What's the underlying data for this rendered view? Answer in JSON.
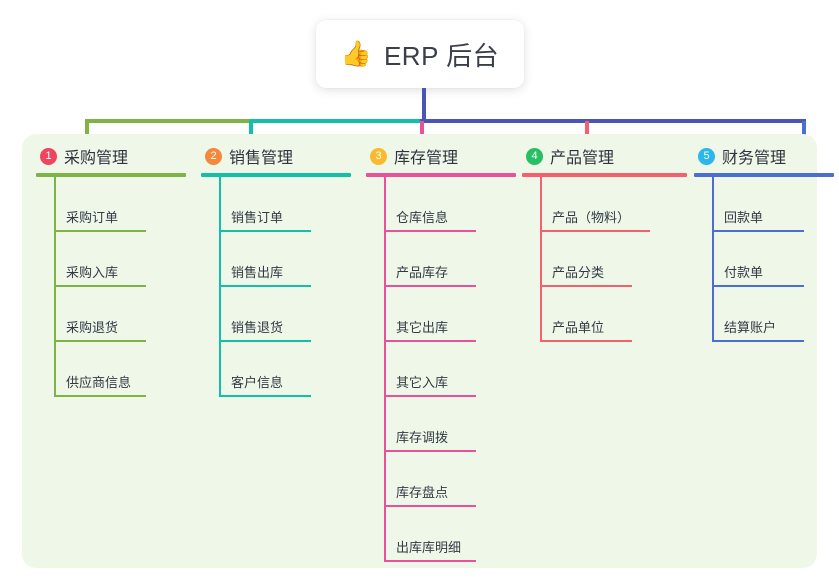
{
  "root": {
    "icon": "thumbs-up-icon",
    "emoji": "👍",
    "title": "ERP 后台"
  },
  "theme": {
    "panel_bg": "#eef7e8",
    "page_bg": "#ffffff",
    "stem_color": "#4a55b8",
    "bus_colors": [
      "#7db443",
      "#13bfa6",
      "#4a55b8"
    ]
  },
  "columns": [
    {
      "number": "1",
      "title": "采购管理",
      "badge_color": "#f0455e",
      "accent": "#7db443",
      "items": [
        {
          "label": "采购订单"
        },
        {
          "label": "采购入库"
        },
        {
          "label": "采购退货"
        },
        {
          "label": "供应商信息"
        }
      ]
    },
    {
      "number": "2",
      "title": "销售管理",
      "badge_color": "#f5883c",
      "accent": "#13bfa6",
      "items": [
        {
          "label": "销售订单"
        },
        {
          "label": "销售出库"
        },
        {
          "label": "销售退货"
        },
        {
          "label": "客户信息"
        }
      ]
    },
    {
      "number": "3",
      "title": "库存管理",
      "badge_color": "#f9bb2d",
      "accent": "#e8529a",
      "items": [
        {
          "label": "仓库信息"
        },
        {
          "label": "产品库存"
        },
        {
          "label": "其它出库"
        },
        {
          "label": "其它入库"
        },
        {
          "label": "库存调拨"
        },
        {
          "label": "库存盘点"
        },
        {
          "label": "出库库明细"
        }
      ]
    },
    {
      "number": "4",
      "title": "产品管理",
      "badge_color": "#27bf63",
      "accent": "#f4606c",
      "items": [
        {
          "label": "产品（物料）"
        },
        {
          "label": "产品分类"
        },
        {
          "label": "产品单位"
        }
      ]
    },
    {
      "number": "5",
      "title": "财务管理",
      "badge_color": "#2bb6ec",
      "accent": "#4a6fd0",
      "items": [
        {
          "label": "回款单"
        },
        {
          "label": "付款单"
        },
        {
          "label": "结算账户"
        }
      ]
    }
  ]
}
